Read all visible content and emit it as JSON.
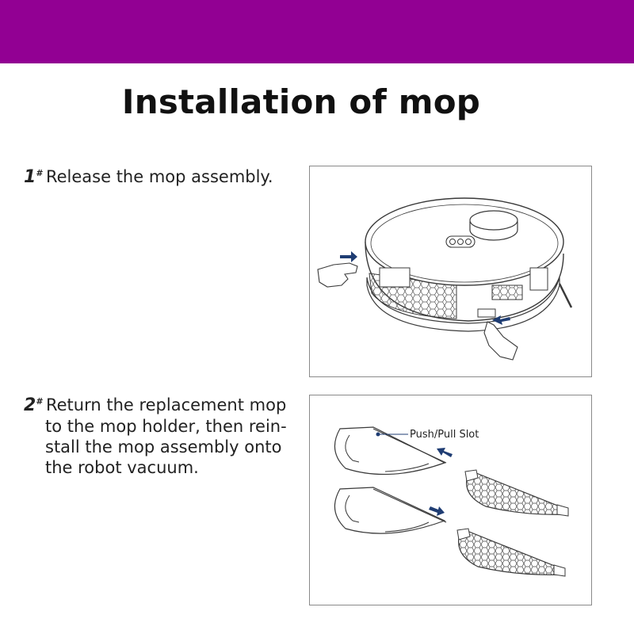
{
  "header": {
    "bar_color": "#920093"
  },
  "title": "Installation of mop",
  "steps": [
    {
      "number": "1",
      "superscript": "#",
      "text": "Release the mop assembly."
    },
    {
      "number": "2",
      "superscript": "#",
      "text": "Return the replacement mop to the mop holder, then rein-stall the mop assembly onto the robot vacuum."
    }
  ],
  "figure2": {
    "callout": "Push/Pull Slot"
  },
  "colors": {
    "arrow": "#1f3d73",
    "line": "#3a3a3a",
    "frame": "#8a8a8a"
  }
}
